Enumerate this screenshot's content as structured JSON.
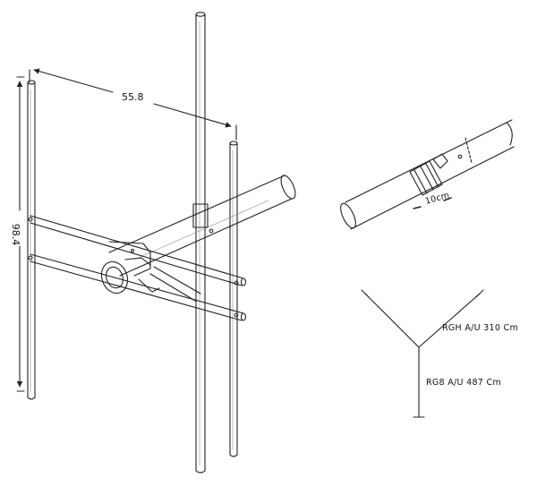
{
  "dimensions": {
    "width_label": "55.8",
    "height_label": "98.4",
    "clamp_label": "10cm"
  },
  "cables": {
    "branch_label": "RGH A/U 310 Cm",
    "main_label": "RG8 A/U 487 Cm"
  },
  "colors": {
    "ink": "#222222",
    "paper": "#ffffff"
  }
}
